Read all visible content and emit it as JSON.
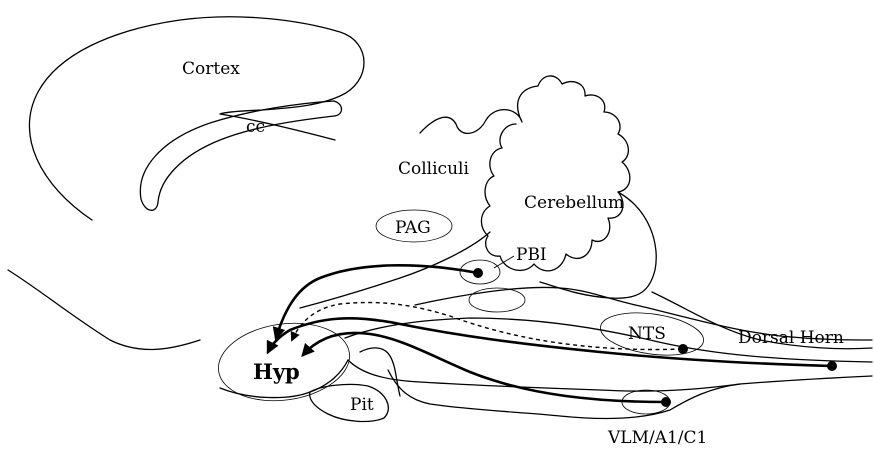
{
  "labels": {
    "cortex": "Cortex",
    "cc": "cc",
    "colliculi": "Colliculi",
    "cerebellum": "Cerebellum",
    "pag": "PAG",
    "pbi": "PBI",
    "nts": "NTS",
    "dorsal_horn": "Dorsal Horn",
    "hyp": "Hyp",
    "pit": "Pit",
    "vlm": "VLM/A1/C1"
  },
  "pathways": [
    {
      "from": "PBI",
      "to": "Hyp",
      "style": "solid"
    },
    {
      "from": "NTS",
      "to": "Hyp",
      "style": "dashed"
    },
    {
      "from": "VLM/A1/C1",
      "to": "Hyp",
      "style": "solid"
    },
    {
      "from": "Dorsal Horn",
      "to": "Hyp",
      "style": "solid"
    }
  ]
}
